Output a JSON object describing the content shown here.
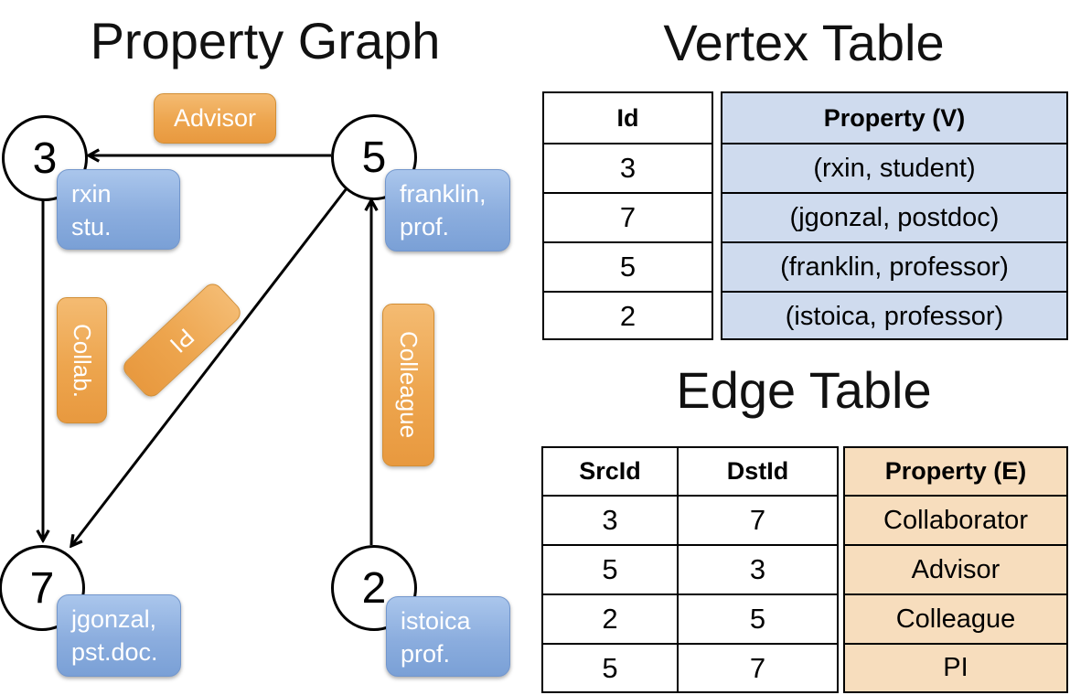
{
  "graph": {
    "title": "Property Graph",
    "nodes": [
      {
        "id": "3",
        "line1": "rxin",
        "line2": "stu."
      },
      {
        "id": "5",
        "line1": "franklin,",
        "line2": "prof."
      },
      {
        "id": "7",
        "line1": "jgonzal,",
        "line2": "pst.doc."
      },
      {
        "id": "2",
        "line1": "istoica",
        "line2": "prof."
      }
    ],
    "edges": [
      {
        "src": "5",
        "dst": "3",
        "label": "Advisor"
      },
      {
        "src": "3",
        "dst": "7",
        "label": "Collab."
      },
      {
        "src": "5",
        "dst": "7",
        "label": "PI"
      },
      {
        "src": "2",
        "dst": "5",
        "label": "Colleague"
      }
    ]
  },
  "vertex_table": {
    "title": "Vertex Table",
    "columns": {
      "id": "Id",
      "property": "Property (V)"
    },
    "rows": [
      {
        "id": "3",
        "property": "(rxin, student)"
      },
      {
        "id": "7",
        "property": "(jgonzal, postdoc)"
      },
      {
        "id": "5",
        "property": "(franklin, professor)"
      },
      {
        "id": "2",
        "property": "(istoica, professor)"
      }
    ]
  },
  "edge_table": {
    "title": "Edge Table",
    "columns": {
      "src": "SrcId",
      "dst": "DstId",
      "property": "Property (E)"
    },
    "rows": [
      {
        "src": "3",
        "dst": "7",
        "property": "Collaborator"
      },
      {
        "src": "5",
        "dst": "3",
        "property": "Advisor"
      },
      {
        "src": "2",
        "dst": "5",
        "property": "Colleague"
      },
      {
        "src": "5",
        "dst": "7",
        "property": "PI"
      }
    ]
  },
  "colors": {
    "edge_label_orange": "#eda54e",
    "vertex_card_blue": "#8badde",
    "vertex_table_fill": "#cfdbee",
    "edge_table_fill": "#f7ddbd",
    "line_black": "#000000"
  }
}
